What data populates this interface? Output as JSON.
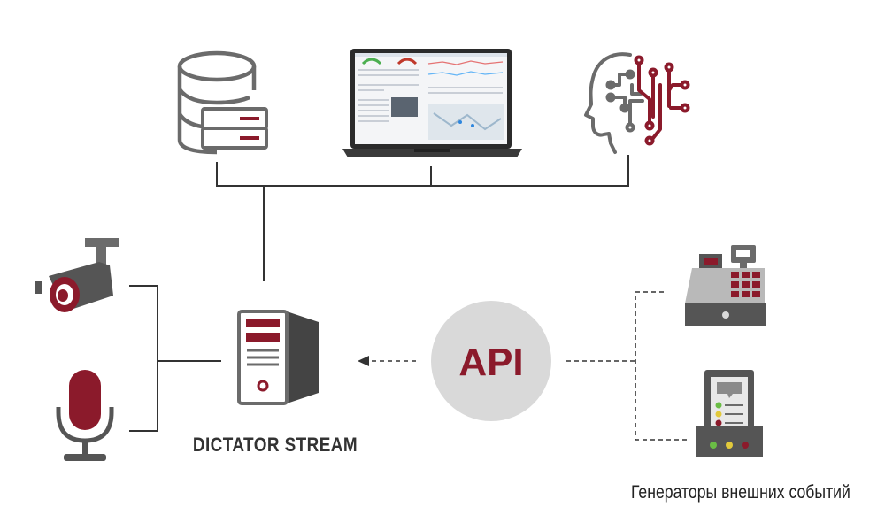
{
  "labels": {
    "server": "DICTATOR STREAM",
    "api": "API",
    "event_generators": "Генераторы внешних событий"
  },
  "colors": {
    "accent": "#8b1a2b",
    "icon_gray": "#6b6b6b",
    "line": "#333333",
    "api_circle": "#d9d9d9"
  },
  "icons": [
    "database-icon",
    "laptop-icon",
    "ai-head-icon",
    "camera-icon",
    "microphone-icon",
    "server-icon",
    "cash-register-icon",
    "signal-terminal-icon"
  ]
}
